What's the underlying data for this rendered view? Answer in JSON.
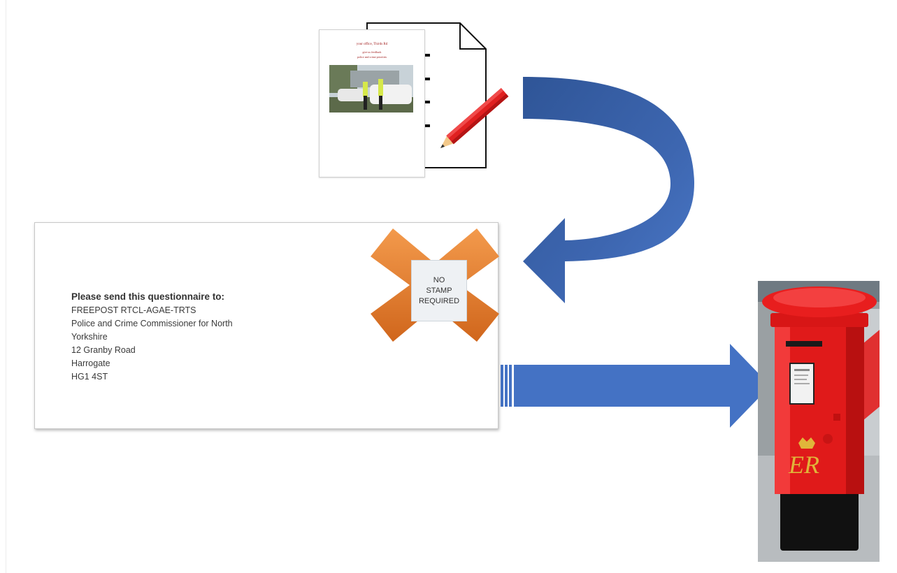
{
  "questionnaire": {
    "title": "your office, Thirds Rd",
    "subtitle_1": "give us feedback",
    "subtitle_2": "police and crime priorities"
  },
  "envelope": {
    "heading": "Please send this questionnaire to:",
    "address_lines": [
      "FREEPOST RTCL-AGAE-TRTS",
      "Police and Crime Commissioner for North",
      "Yorkshire",
      "12 Granby Road",
      "Harrogate",
      "HG1 4ST"
    ]
  },
  "stamp": {
    "text": "NO\nSTAMP\nREQUIRED"
  },
  "postbox": {
    "cypher": "ER"
  },
  "colors": {
    "arrow_blue": "#4472c4",
    "arrow_blue_dark": "#2f5597",
    "stamp_orange": "#e07a2c",
    "pencil_red": "#e02020",
    "postbox_red": "#e01a1a"
  }
}
